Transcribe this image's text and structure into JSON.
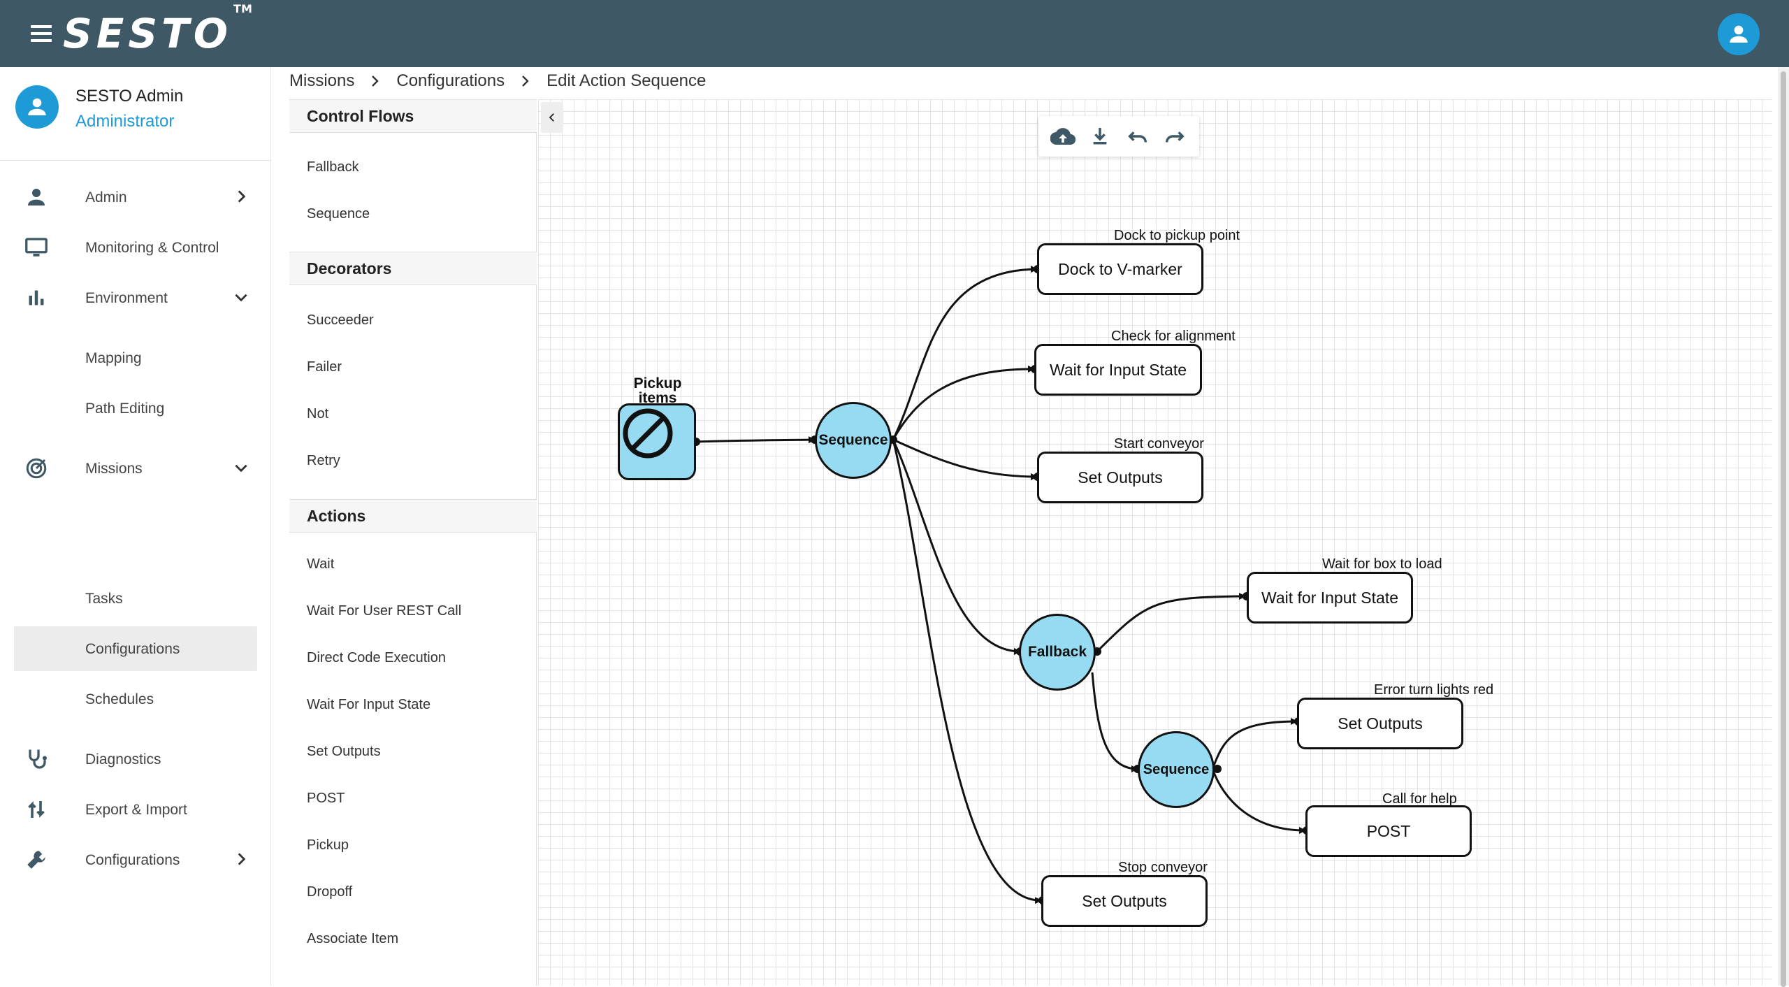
{
  "app": {
    "logo": "SESTO",
    "trademark": "TM",
    "user": {
      "name": "SESTO Admin",
      "role": "Administrator"
    }
  },
  "nav": {
    "items": [
      {
        "label": "Admin",
        "icon": "person-icon",
        "expandable": "right"
      },
      {
        "label": "Monitoring & Control",
        "icon": "monitor-icon"
      },
      {
        "label": "Environment",
        "icon": "bar-chart-icon",
        "expandable": "down"
      },
      {
        "label": "Mapping",
        "sub": true
      },
      {
        "label": "Path Editing",
        "sub": true
      },
      {
        "label": "Missions",
        "icon": "target-icon",
        "expandable": "down"
      },
      {
        "label": "Tasks",
        "sub": true
      },
      {
        "label": "Configurations",
        "sub": true,
        "active": true
      },
      {
        "label": "Schedules",
        "sub": true
      },
      {
        "label": "Diagnostics",
        "icon": "stethoscope-icon"
      },
      {
        "label": "Export & Import",
        "icon": "swap-vertical-icon"
      },
      {
        "label": "Configurations",
        "icon": "wrench-icon",
        "expandable": "right"
      }
    ]
  },
  "breadcrumb": [
    "Missions",
    "Configurations",
    "Edit Action Sequence"
  ],
  "palette": {
    "control_flows": {
      "title": "Control Flows",
      "items": [
        "Fallback",
        "Sequence"
      ]
    },
    "decorators": {
      "title": "Decorators",
      "items": [
        "Succeeder",
        "Failer",
        "Not",
        "Retry"
      ]
    },
    "actions": {
      "title": "Actions",
      "items": [
        "Wait",
        "Wait For User REST Call",
        "Direct Code Execution",
        "Wait For Input State",
        "Set Outputs",
        "POST",
        "Pickup",
        "Dropoff",
        "Associate Item"
      ]
    }
  },
  "toolbar": [
    "cloud-upload-icon",
    "download-icon",
    "undo-icon",
    "redo-icon"
  ],
  "graph": {
    "root": {
      "caption": "Pickup items",
      "icon": "block-icon"
    },
    "nodes": {
      "seq1": "Sequence",
      "fallback": "Fallback",
      "seq2": "Sequence",
      "a1": {
        "label": "Dock to V-marker",
        "caption": "Dock to pickup point"
      },
      "a2": {
        "label": "Wait for Input State",
        "caption": "Check for alignment"
      },
      "a3": {
        "label": "Set Outputs",
        "caption": "Start conveyor"
      },
      "a4": {
        "label": "Wait for Input State",
        "caption": "Wait for box to load"
      },
      "a5": {
        "label": "Set Outputs",
        "caption": "Error turn lights red"
      },
      "a6": {
        "label": "POST",
        "caption": "Call for help"
      },
      "a7": {
        "label": "Set Outputs",
        "caption": "Stop conveyor"
      }
    }
  },
  "colors": {
    "topbar": "#3f5866",
    "accent": "#1e9ad6",
    "node_fill": "#97dbf2"
  }
}
